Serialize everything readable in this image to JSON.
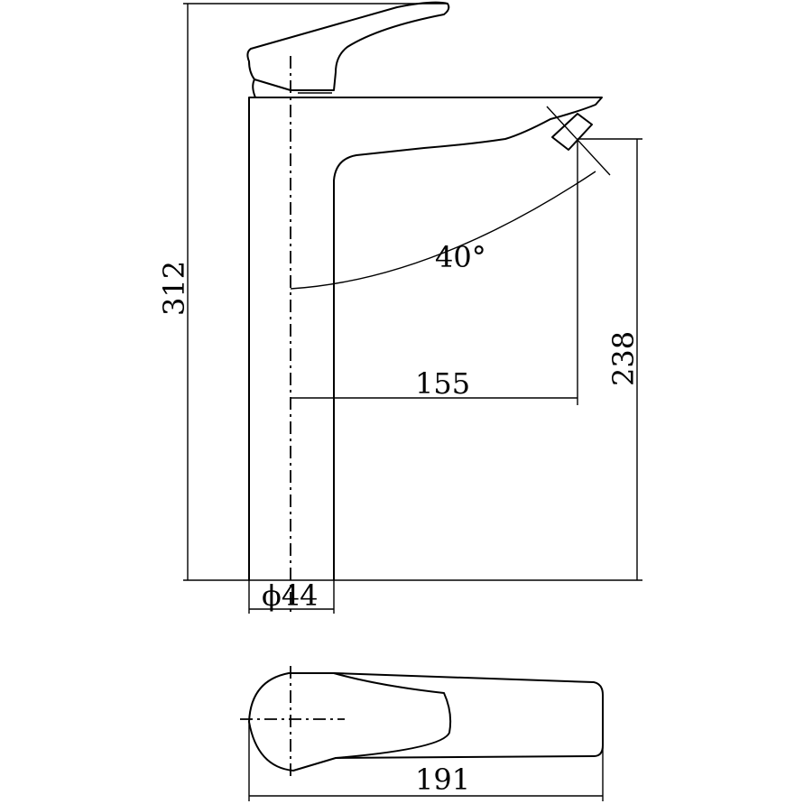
{
  "drawing": {
    "dimensions": {
      "total_height": "312",
      "spout_height": "238",
      "spout_reach": "155",
      "body_diameter": "ϕ44",
      "spout_angle": "40°",
      "plan_length": "191"
    }
  }
}
